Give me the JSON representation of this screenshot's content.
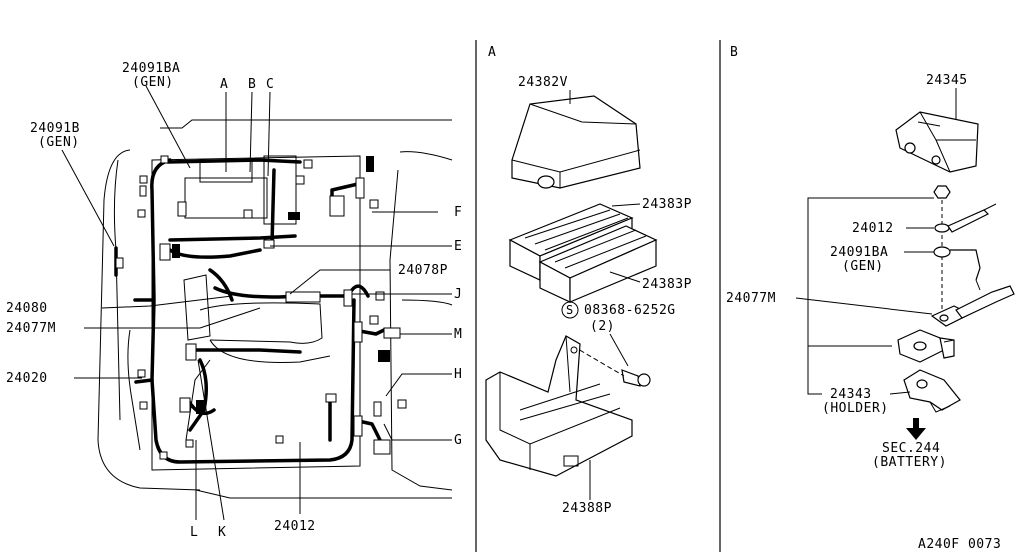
{
  "diagram": {
    "code": "A240F 0073",
    "sections": {
      "a": "A",
      "b": "B"
    },
    "main": {
      "letters": {
        "A": "A",
        "B": "B",
        "C": "C",
        "E": "E",
        "F": "F",
        "G": "G",
        "H": "H",
        "J": "J",
        "K": "K",
        "L": "L",
        "M": "M"
      },
      "parts": {
        "p24091BA": "24091BA",
        "p24091BA_sub": "(GEN)",
        "p24091B": "24091B",
        "p24091B_sub": "(GEN)",
        "p24080": "24080",
        "p24077M": "24077M",
        "p24020": "24020",
        "p24078P": "24078P",
        "p24012": "24012"
      }
    },
    "section_a": {
      "p24382V": "24382V",
      "p24383P_1": "24383P",
      "p24383P_2": "24383P",
      "screw": "08368-6252G",
      "screw_qty": "(2)",
      "screw_symbol": "S",
      "p24388P": "24388P"
    },
    "section_b": {
      "p24345": "24345",
      "p24012": "24012",
      "p24091BA": "24091BA",
      "p24091BA_sub": "(GEN)",
      "p24077M": "24077M",
      "p24343": "24343",
      "p24343_sub": "(HOLDER)",
      "sec": "SEC.244",
      "sec_sub": "(BATTERY)"
    }
  }
}
